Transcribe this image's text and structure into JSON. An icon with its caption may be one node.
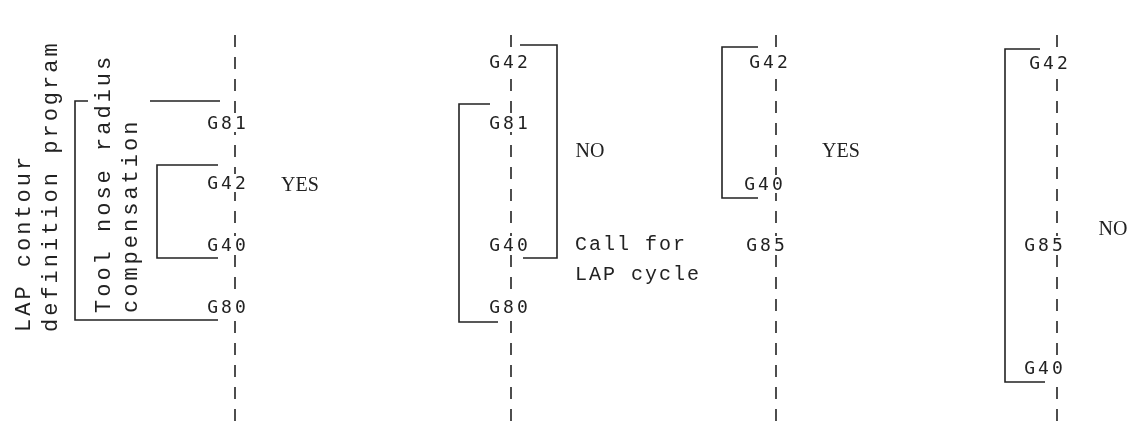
{
  "diagram": {
    "labels": [
      "LAP contour definition program",
      "Tool nose radius compensation",
      "G81",
      "G42",
      "YES",
      "G40",
      "G80",
      "G42",
      "G81",
      "NO",
      "G40",
      "Call for LAP cycle",
      "G80",
      "G42",
      "YES",
      "G40",
      "G85",
      "G42",
      "G85",
      "NO",
      "G40"
    ]
  }
}
